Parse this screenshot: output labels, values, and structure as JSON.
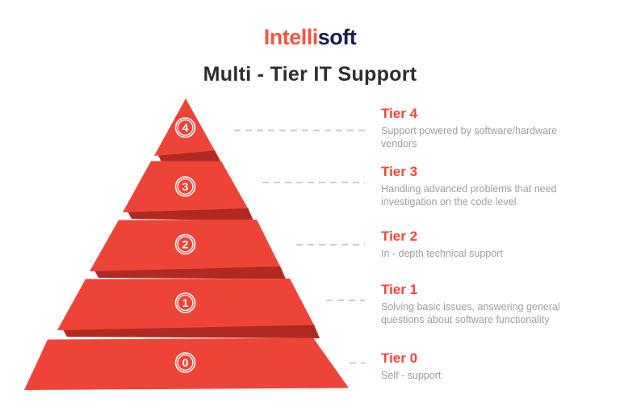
{
  "brand": {
    "name": "Intellisoft",
    "part_primary": "Intelli",
    "part_secondary": "soft"
  },
  "title": "Multi - Tier IT Support",
  "tiers": [
    {
      "badge": "4",
      "label": "Tier 4",
      "description": "Support powered by software/hardware vendors"
    },
    {
      "badge": "3",
      "label": "Tier 3",
      "description": "Handling advanced problems that need investigation on the code level"
    },
    {
      "badge": "2",
      "label": "Tier 2",
      "description": "In - depth technical support"
    },
    {
      "badge": "1",
      "label": "Tier 1",
      "description": "Solving basic issues, answering general questions about software functionality"
    },
    {
      "badge": "0",
      "label": "Tier 0",
      "description": "Self - support"
    }
  ],
  "colors": {
    "pyramid_red": "#EE4438",
    "pyramid_shadow_red": "#B02A23",
    "heading_red": "#F2453C",
    "description_gray": "#9E9E9E",
    "title_dark": "#2D2D2D",
    "logo_red": "#F2553F",
    "logo_navy": "#1A1C4E",
    "connector_gray": "#CBCBCB",
    "background": "#FFFFFF"
  }
}
